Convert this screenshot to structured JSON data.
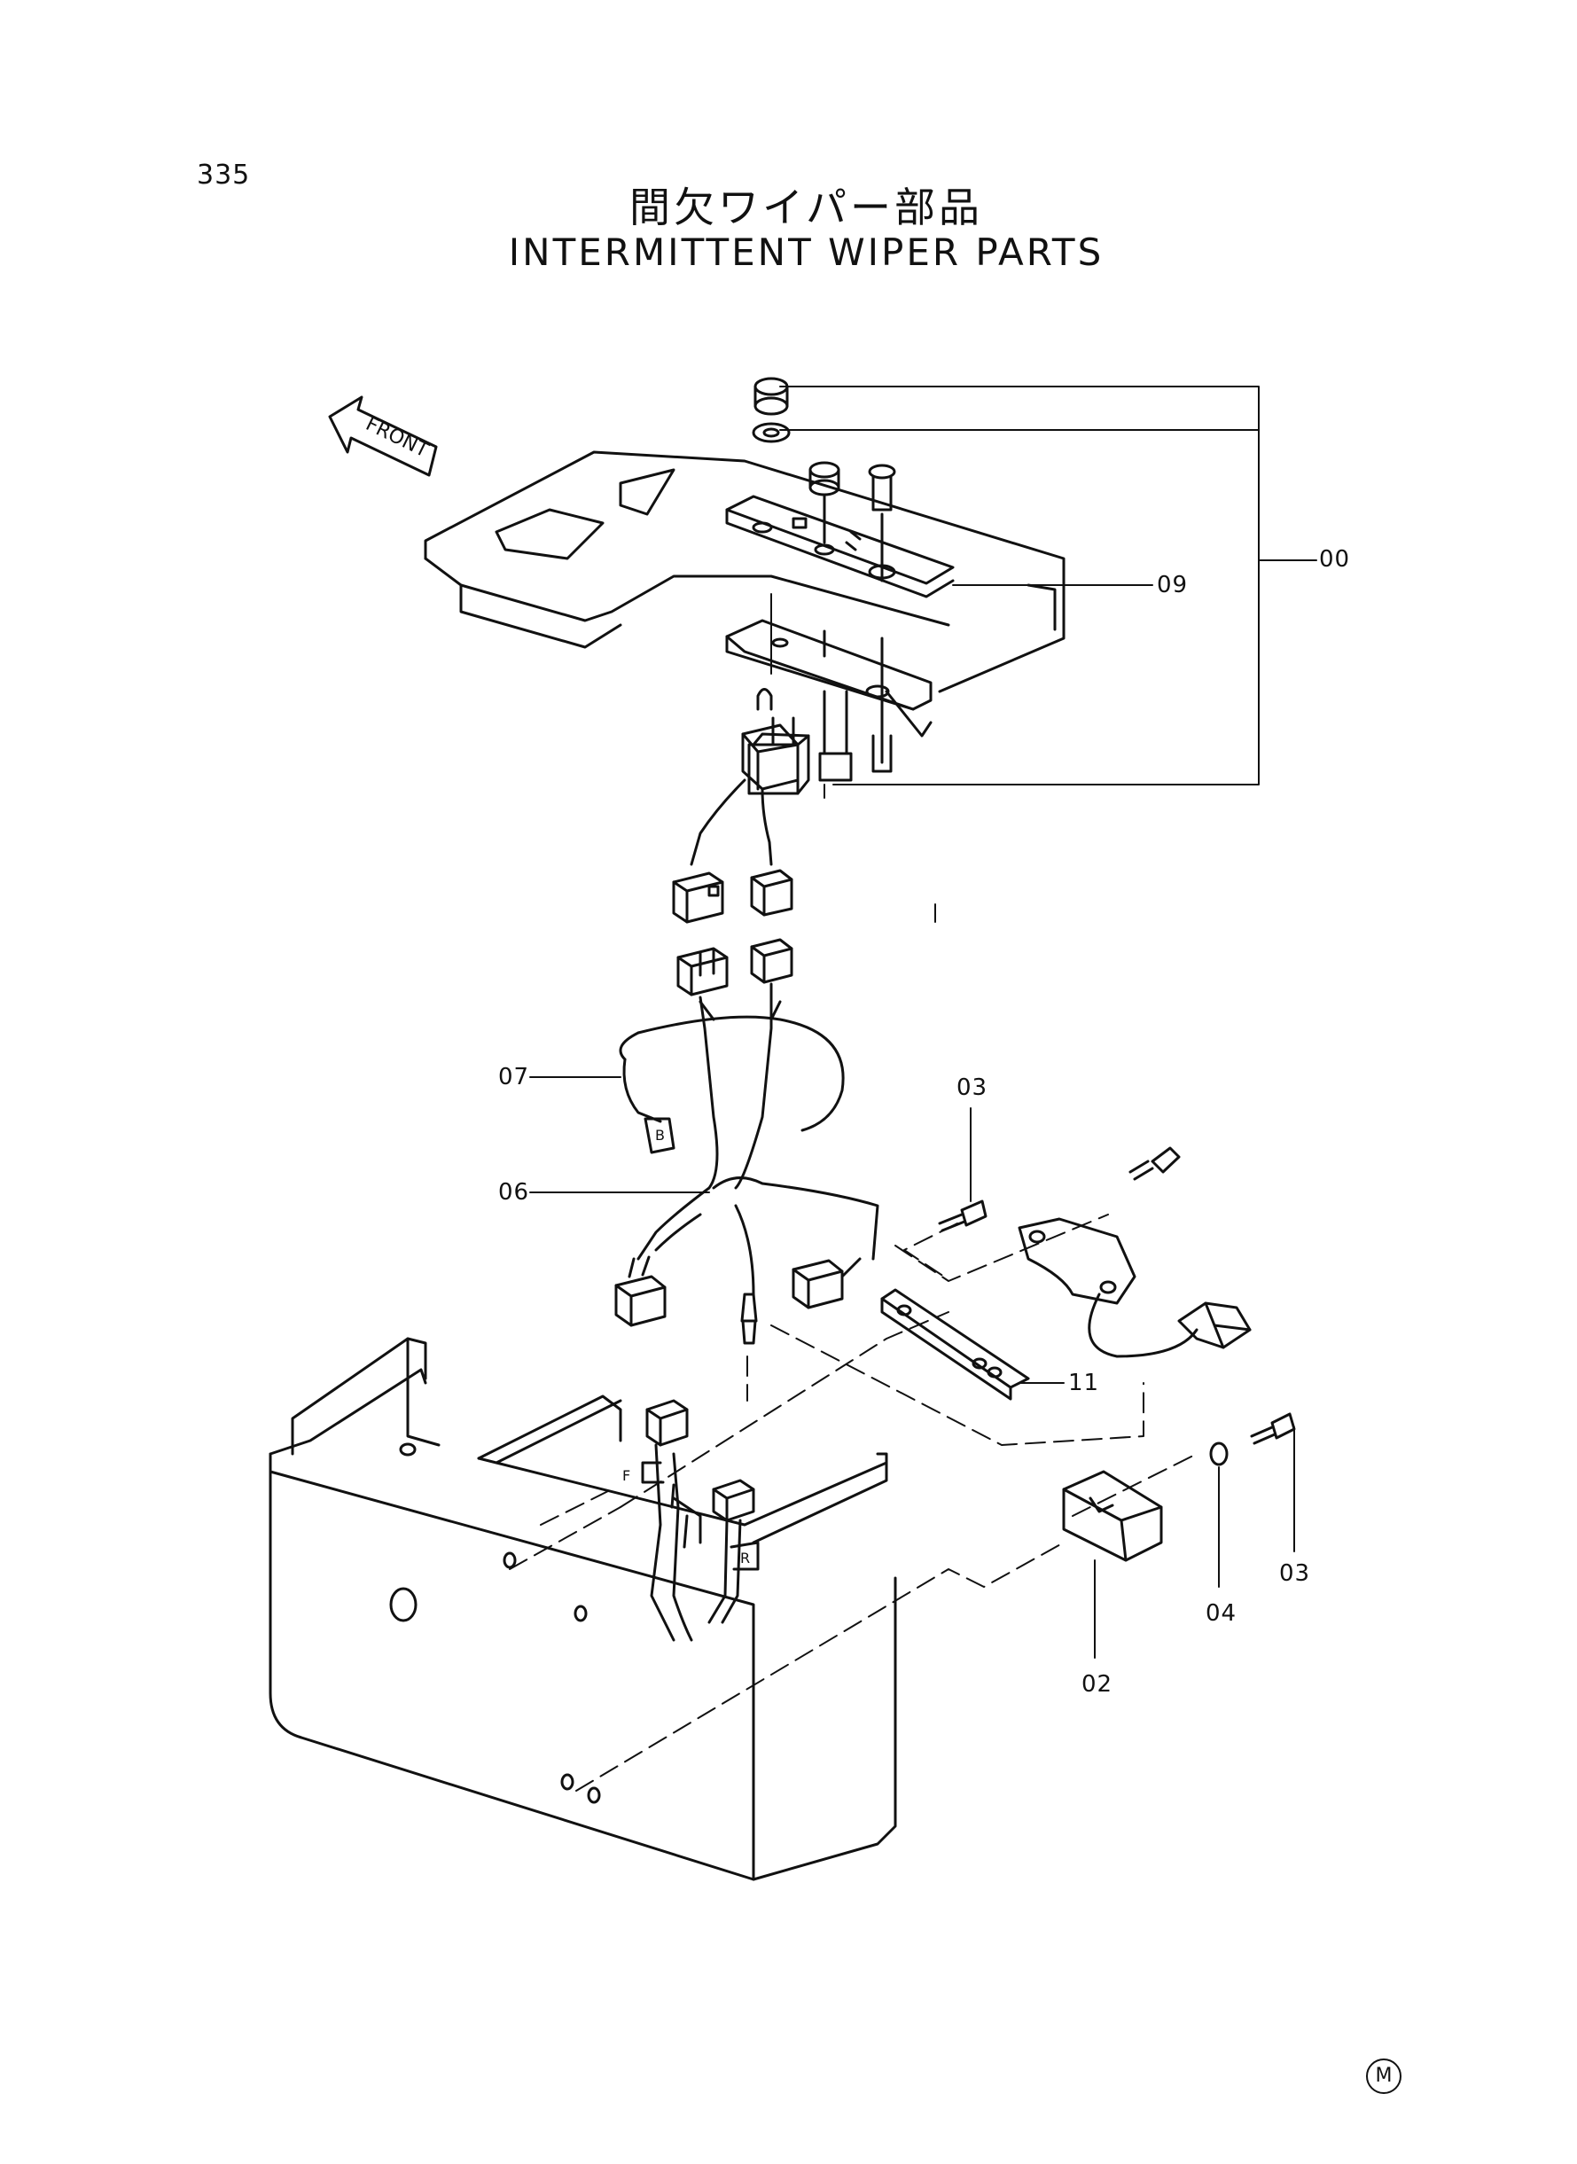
{
  "page_number": "335",
  "title_jp": "間欠ワイパー部品",
  "title_en": "INTERMITTENT WIPER PARTS",
  "front_label": "FRONT",
  "callouts": {
    "c00": "00",
    "c09": "09",
    "c07": "07",
    "c06": "06",
    "c03a": "03",
    "c11": "11",
    "c03b": "03",
    "c04": "04",
    "c02": "02"
  },
  "marks": {
    "f": "F",
    "r": "R",
    "b": "B"
  },
  "mfg_mark": "M"
}
